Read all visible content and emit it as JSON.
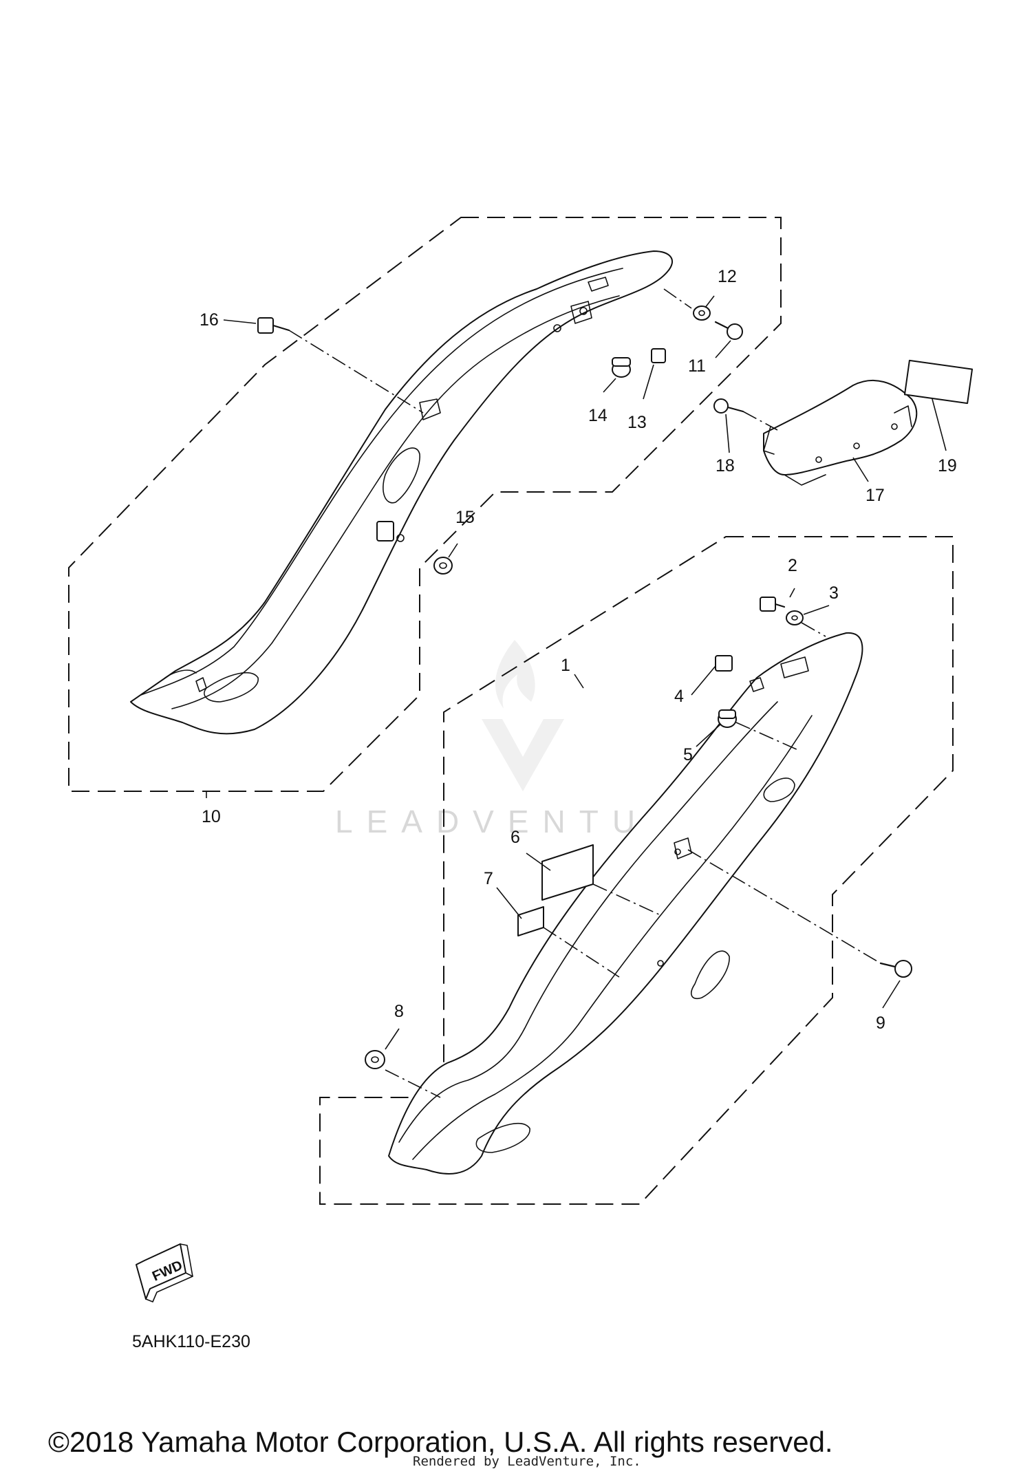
{
  "diagram": {
    "code": "5AHK110-E230",
    "fwd_label": "FWD",
    "callouts": [
      {
        "id": "1",
        "label": "1"
      },
      {
        "id": "2",
        "label": "2"
      },
      {
        "id": "3",
        "label": "3"
      },
      {
        "id": "4",
        "label": "4"
      },
      {
        "id": "5",
        "label": "5"
      },
      {
        "id": "6",
        "label": "6"
      },
      {
        "id": "7",
        "label": "7"
      },
      {
        "id": "8",
        "label": "8"
      },
      {
        "id": "9",
        "label": "9"
      },
      {
        "id": "10",
        "label": "10"
      },
      {
        "id": "11",
        "label": "11"
      },
      {
        "id": "12",
        "label": "12"
      },
      {
        "id": "13",
        "label": "13"
      },
      {
        "id": "14",
        "label": "14"
      },
      {
        "id": "15",
        "label": "15"
      },
      {
        "id": "16",
        "label": "16"
      },
      {
        "id": "17",
        "label": "17"
      },
      {
        "id": "18",
        "label": "18"
      },
      {
        "id": "19",
        "label": "19"
      }
    ]
  },
  "watermark": {
    "brand": "LEADVENTURE"
  },
  "footer": {
    "copyright": "©2018 Yamaha Motor Corporation, U.S.A. All rights reserved.",
    "rendered_by": "Rendered by LeadVenture, Inc."
  }
}
